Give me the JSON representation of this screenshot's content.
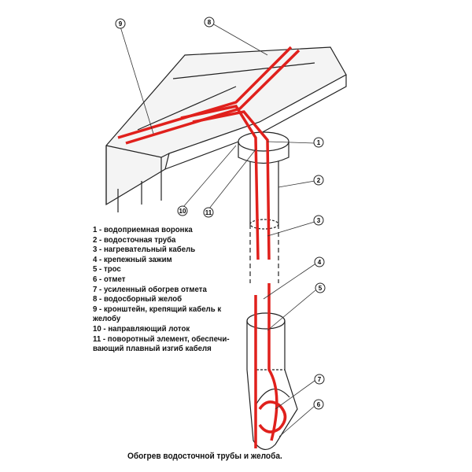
{
  "legend": [
    "1 - водоприемная воронка",
    "2 - водосточная труба",
    "3 - нагревательный кабель",
    "4 - крепежный зажим",
    "5 - трос",
    "6 - отмет",
    "7 - усиленный обогрев отмета",
    "8 - водосборный желоб",
    "9 - кронштейн, крепящий кабель к желобу",
    "10 - направляющий лоток",
    "11 - поворотный элемент, обеспечи-вающий плавный изгиб кабеля"
  ],
  "callouts": [
    "1",
    "2",
    "3",
    "4",
    "5",
    "6",
    "7",
    "8",
    "9",
    "10",
    "11"
  ],
  "caption": "Обогрев водосточной трубы и желоба.",
  "colors": {
    "cable": "#e0201c",
    "line": "#222222"
  }
}
